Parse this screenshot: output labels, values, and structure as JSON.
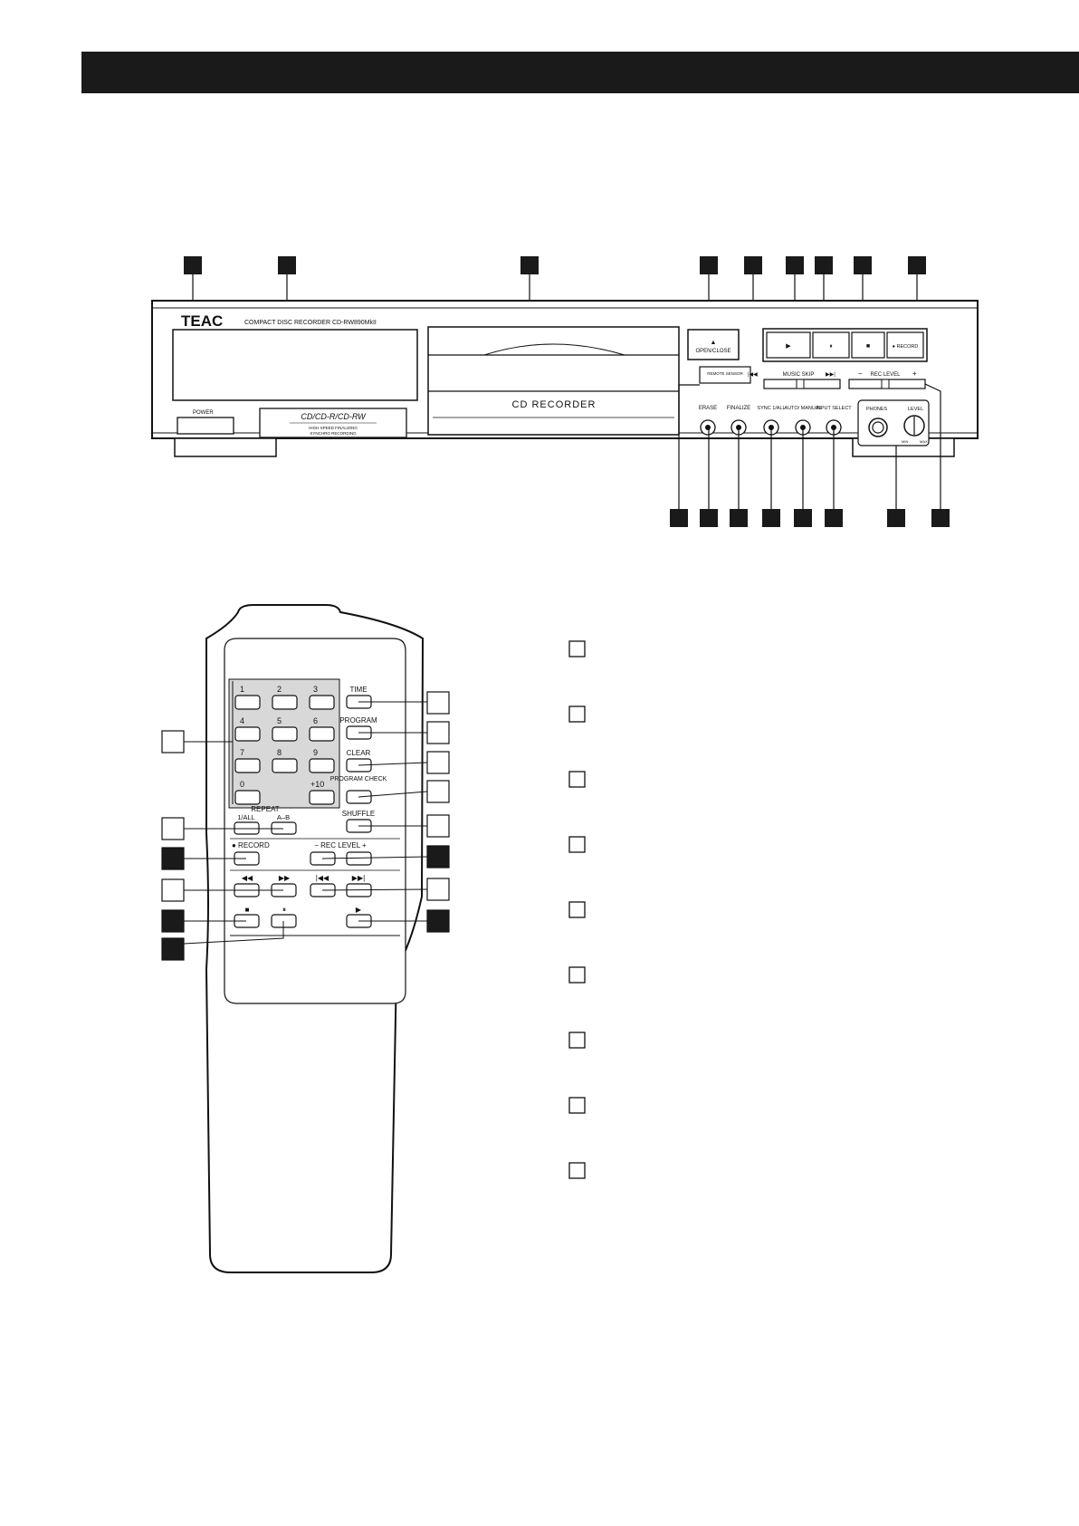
{
  "header": {
    "bar_color": "#1a1a1a"
  },
  "front_panel": {
    "brand": "TEAC",
    "model_line": "COMPACT DISC RECORDER  CD-RW890MkII",
    "power_label": "POWER",
    "format_logo": "CD/CD-R/CD-RW",
    "format_sub1": "HIGH SPEED FINALIZING",
    "format_sub2": "SYNCHRO RECORDING",
    "tray_label": "CD RECORDER",
    "remote_sensor": "REMOTE SENSOR",
    "open_close": "OPEN/CLOSE",
    "transport": {
      "play": "▶",
      "pause": "⏸",
      "stop": "■",
      "record": "● RECORD"
    },
    "music_skip": "MUSIC SKIP",
    "rec_level": "REC LEVEL",
    "rec_minus": "−",
    "rec_plus": "+",
    "knob_buttons": [
      "ERASE",
      "FINALIZE",
      "SYNC 1/ALL",
      "AUTO/ MANUAL",
      "INPUT SELECT"
    ],
    "phones": "PHONES",
    "level": "LEVEL",
    "min": "MIN",
    "max": "MAX"
  },
  "remote": {
    "keypad": [
      "1",
      "2",
      "3",
      "4",
      "5",
      "6",
      "7",
      "8",
      "9",
      "0",
      "+10"
    ],
    "time": "TIME",
    "program": "PROGRAM",
    "clear": "CLEAR",
    "program_check": "PROGRAM CHECK",
    "repeat": "REPEAT",
    "repeat_all": "1/ALL",
    "repeat_ab": "A–B",
    "shuffle": "SHUFFLE",
    "record": "● RECORD",
    "rec_level": "− REC LEVEL +",
    "rew": "◀◀",
    "ffw": "▶▶",
    "skip_prev": "|◀◀",
    "skip_next": "▶▶|",
    "stop": "■",
    "pause": "⏸",
    "play": "▶"
  }
}
